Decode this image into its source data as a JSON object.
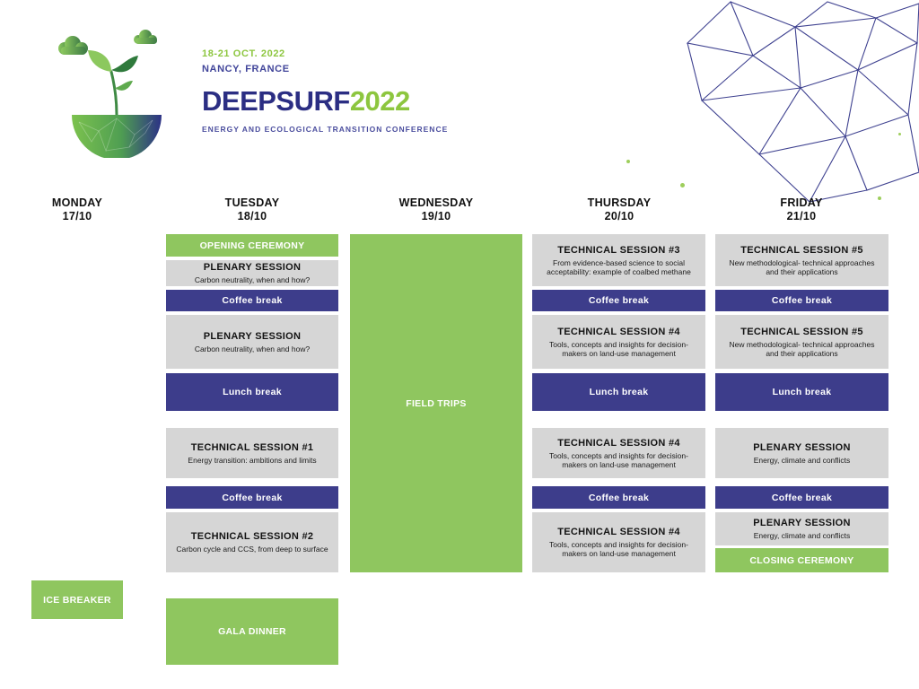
{
  "header": {
    "dates": "18-21 OCT. 2022",
    "location": "NANCY, FRANCE",
    "title": "DEEPSURF",
    "year": "2022",
    "tagline": "ENERGY AND ECOLOGICAL TRANSITION CONFERENCE"
  },
  "colors": {
    "green": "#8fc65f",
    "purple": "#3d3d8b",
    "gray": "#d6d6d6",
    "brand": "#2b2e83",
    "accent": "#8dc63f"
  },
  "days": [
    {
      "name": "MONDAY",
      "date": "17/10"
    },
    {
      "name": "TUESDAY",
      "date": "18/10"
    },
    {
      "name": "WEDNESDAY",
      "date": "19/10"
    },
    {
      "name": "THURSDAY",
      "date": "20/10"
    },
    {
      "name": "FRIDAY",
      "date": "21/10"
    }
  ],
  "schedule": {
    "monday": [
      {
        "title": "ICE BREAKER"
      }
    ],
    "tuesday": [
      {
        "title": "OPENING CEREMONY"
      },
      {
        "title": "PLENARY SESSION",
        "subtitle": "Carbon neutrality, when and how?"
      },
      {
        "title": "Coffee break"
      },
      {
        "title": "PLENARY SESSION",
        "subtitle": "Carbon neutrality, when and how?"
      },
      {
        "title": "Lunch break"
      },
      {
        "title": "TECHNICAL SESSION #1",
        "subtitle": "Energy transition: ambitions and limits"
      },
      {
        "title": "Coffee break"
      },
      {
        "title": "TECHNICAL SESSION #2",
        "subtitle": "Carbon cycle and CCS, from deep to surface"
      },
      {
        "title": "GALA DINNER"
      }
    ],
    "wednesday": [
      {
        "title": "FIELD TRIPS"
      }
    ],
    "thursday": [
      {
        "title": "TECHNICAL SESSION #3",
        "subtitle": "From evidence-based science to social acceptability: example of coalbed methane"
      },
      {
        "title": "Coffee break"
      },
      {
        "title": "TECHNICAL SESSION #4",
        "subtitle": "Tools, concepts and insights for decision-makers on land-use management"
      },
      {
        "title": "Lunch break"
      },
      {
        "title": "TECHNICAL SESSION #4",
        "subtitle": "Tools, concepts and insights for decision-makers on land-use management"
      },
      {
        "title": "Coffee break"
      },
      {
        "title": "TECHNICAL SESSION #4",
        "subtitle": "Tools, concepts and insights for decision-makers on land-use management"
      }
    ],
    "friday": [
      {
        "title": "TECHNICAL SESSION #5",
        "subtitle": "New methodological- technical approaches and their applications"
      },
      {
        "title": "Coffee break"
      },
      {
        "title": "TECHNICAL SESSION #5",
        "subtitle": "New methodological- technical approaches and their applications"
      },
      {
        "title": "Lunch break"
      },
      {
        "title": "PLENARY SESSION",
        "subtitle": "Energy, climate and conflicts"
      },
      {
        "title": "Coffee break"
      },
      {
        "title": "PLENARY SESSION",
        "subtitle": "Energy, climate and conflicts"
      },
      {
        "title": "CLOSING CEREMONY"
      }
    ]
  }
}
